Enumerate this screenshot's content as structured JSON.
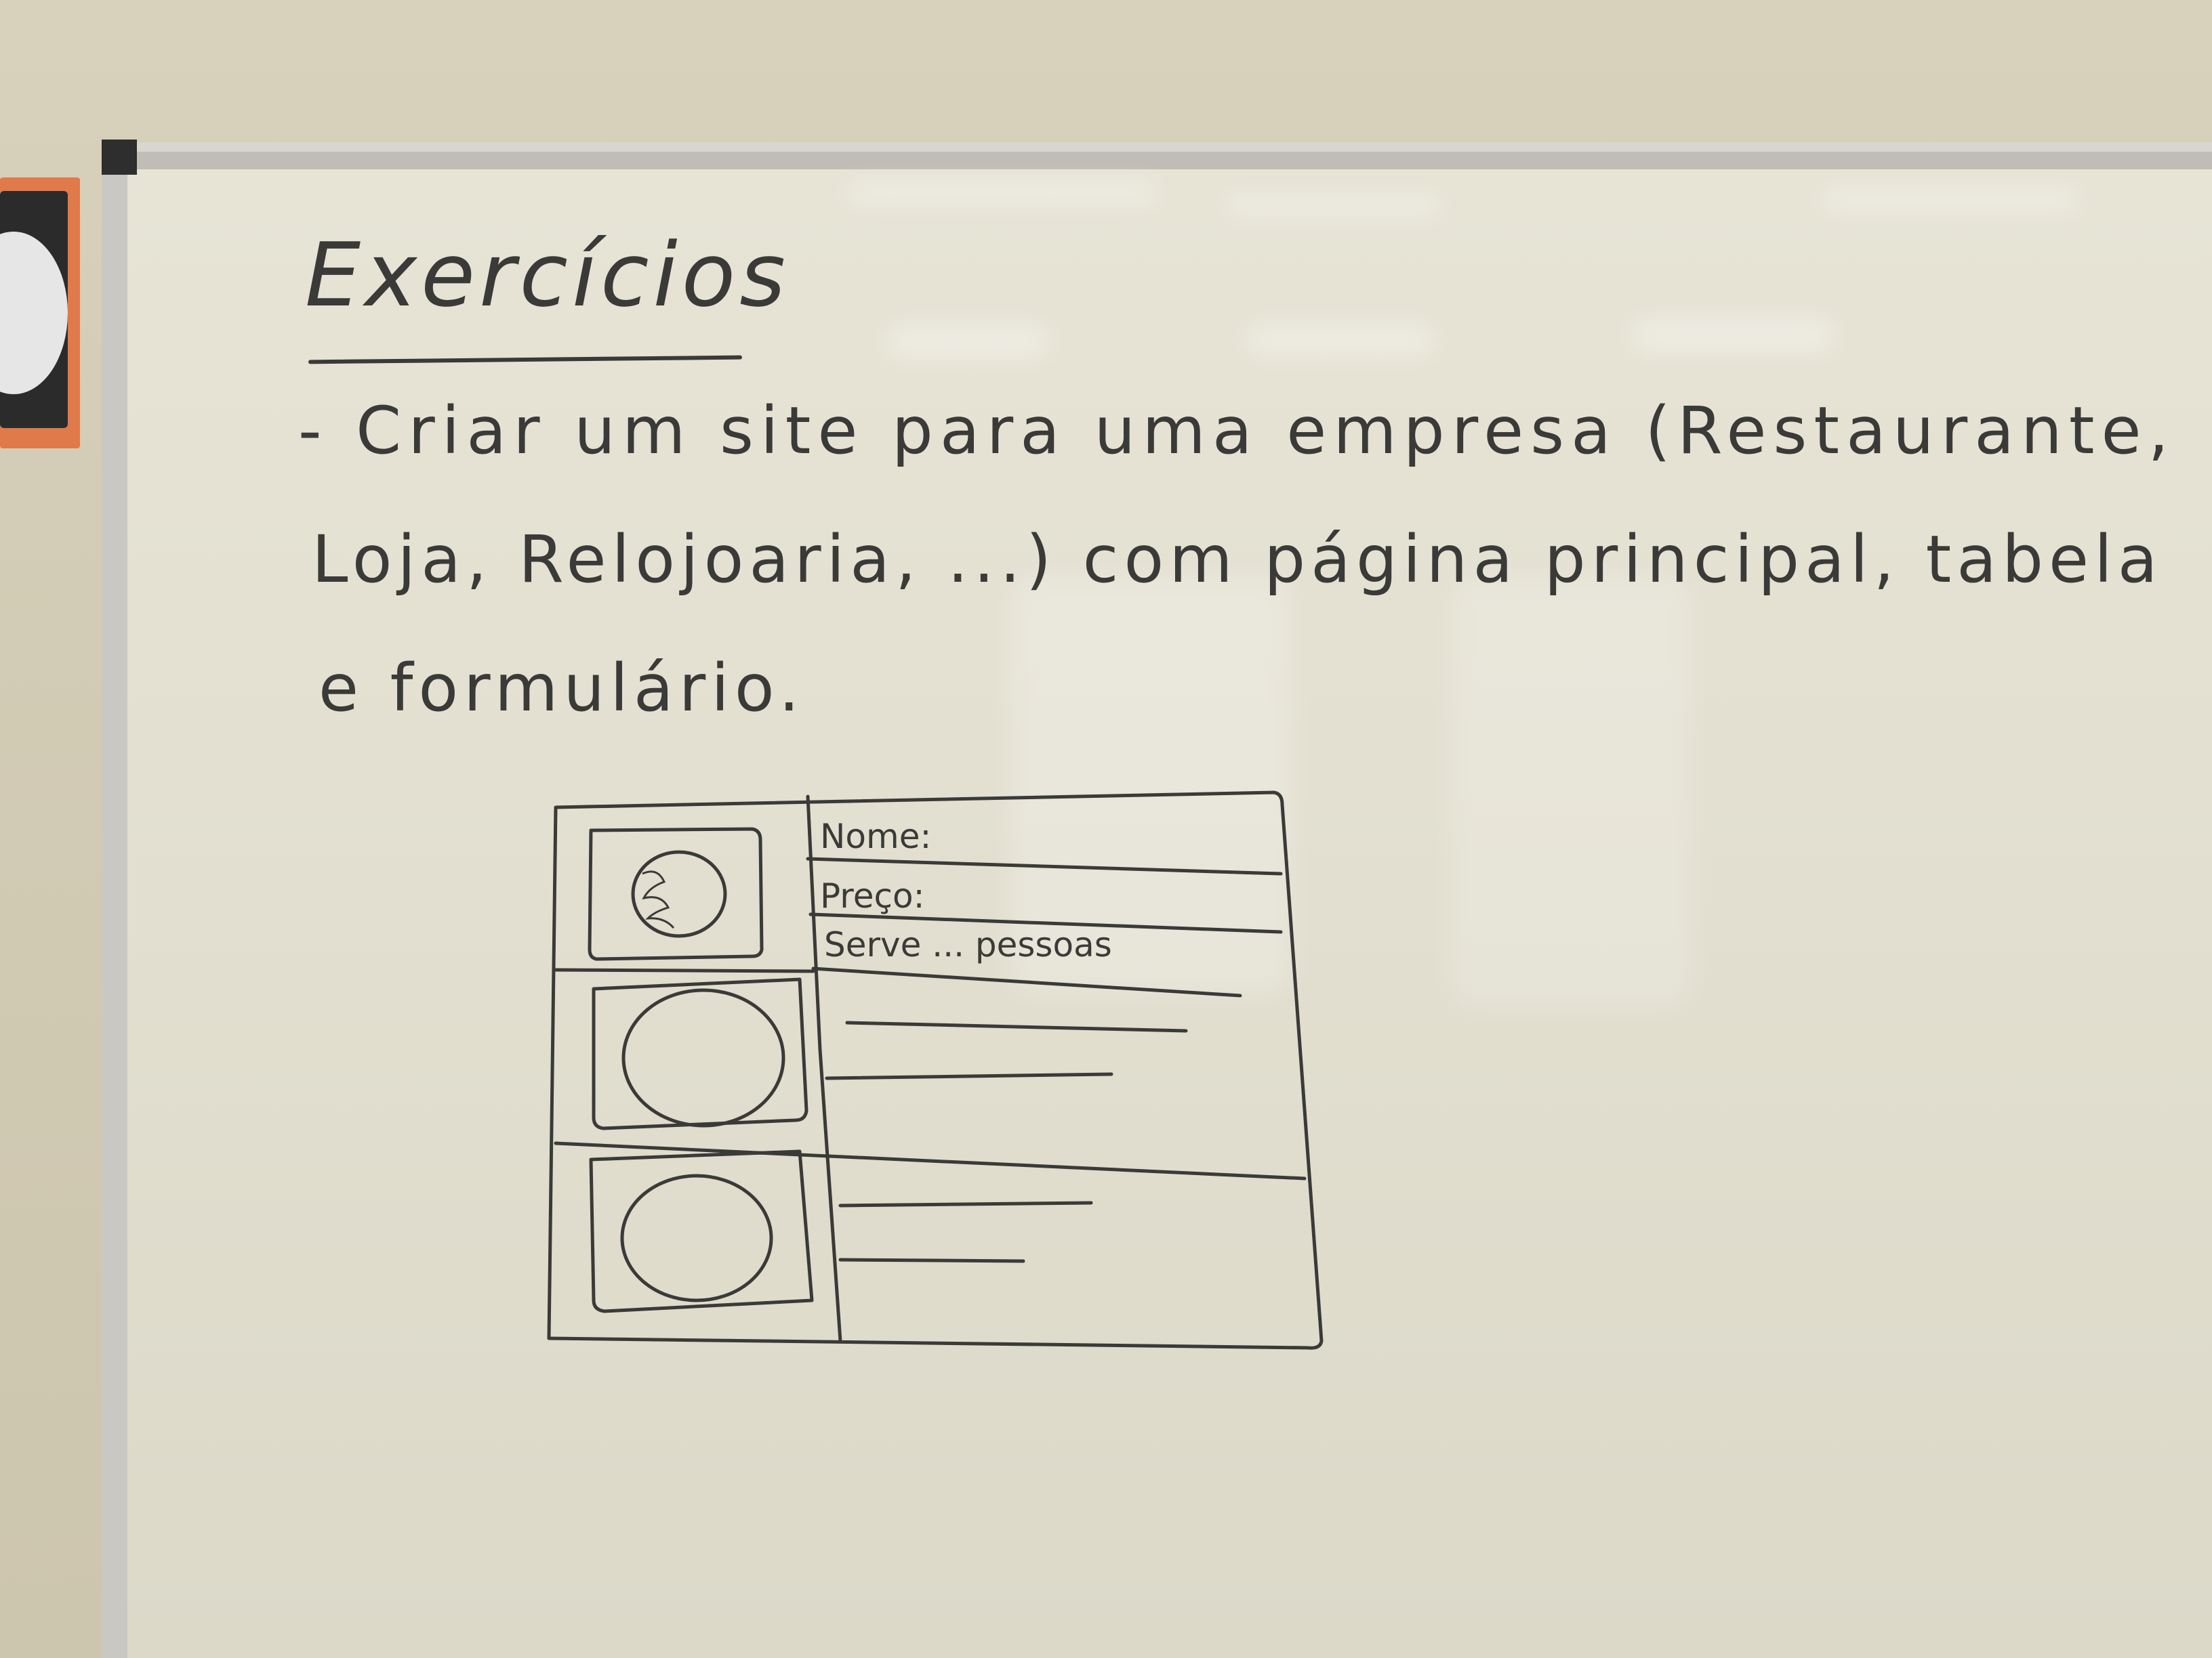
{
  "whiteboard": {
    "title": "Exercícios",
    "line_1": "- Criar um site para uma empresa (Restaurante,",
    "line_2": "Loja, Relojoaria, ...) com página principal, tabela",
    "line_3": "e formulário.",
    "sketch": {
      "field_name": "Nome:",
      "field_price": "Preço:",
      "field_serves": "Serve ... pessoas"
    }
  },
  "colors": {
    "marker": "#3a3a38",
    "board": "#e3e0d1",
    "wall": "#d3ccb6",
    "poster_accent": "#e07a4a"
  }
}
